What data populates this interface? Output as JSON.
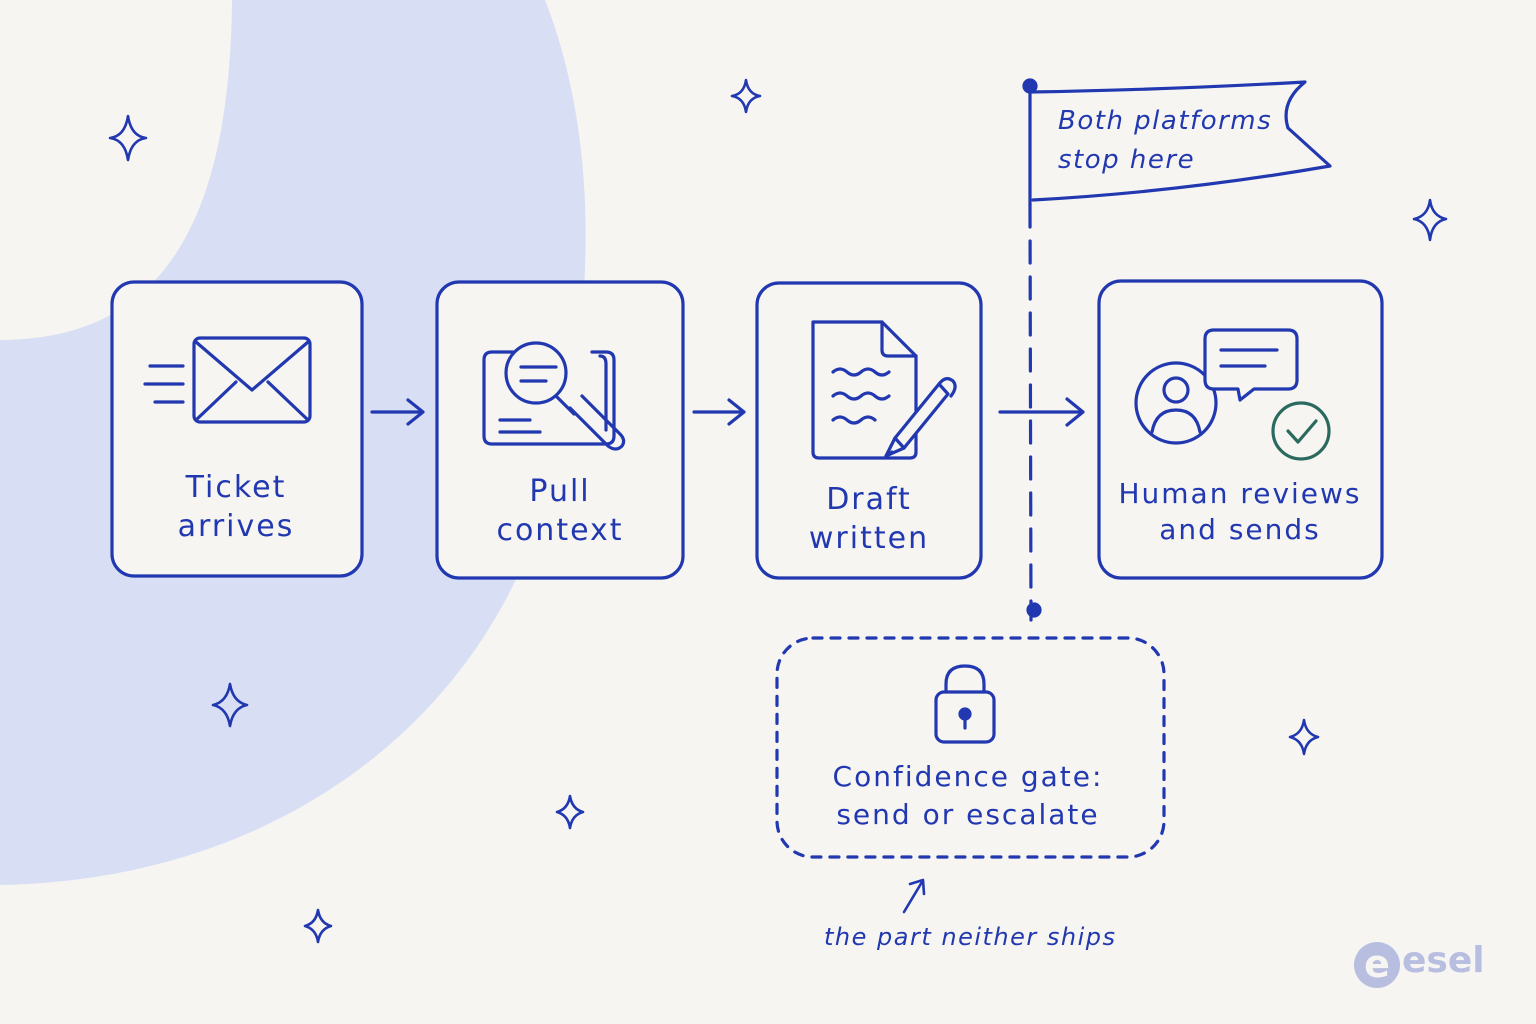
{
  "steps": [
    {
      "line1": "Ticket",
      "line2": "arrives",
      "icon": "envelope-icon"
    },
    {
      "line1": "Pull",
      "line2": "context",
      "icon": "magnifier-icon"
    },
    {
      "line1": "Draft",
      "line2": "written",
      "icon": "document-pen-icon"
    },
    {
      "line1": "Human reviews",
      "line2": "and sends",
      "icon": "person-chat-check-icon"
    }
  ],
  "flag": {
    "line1": "Both platforms",
    "line2": "stop here"
  },
  "gate": {
    "line1": "Confidence gate:",
    "line2": "send or escalate",
    "icon": "lock-icon"
  },
  "note": "the part neither ships",
  "logo": {
    "text": "esel",
    "mark": "e"
  },
  "colors": {
    "ink": "#2138b0",
    "background": "#f6f5f2",
    "arc": "#d8dff5",
    "check": "#2a6a5e",
    "logo": "#b8bedf"
  }
}
